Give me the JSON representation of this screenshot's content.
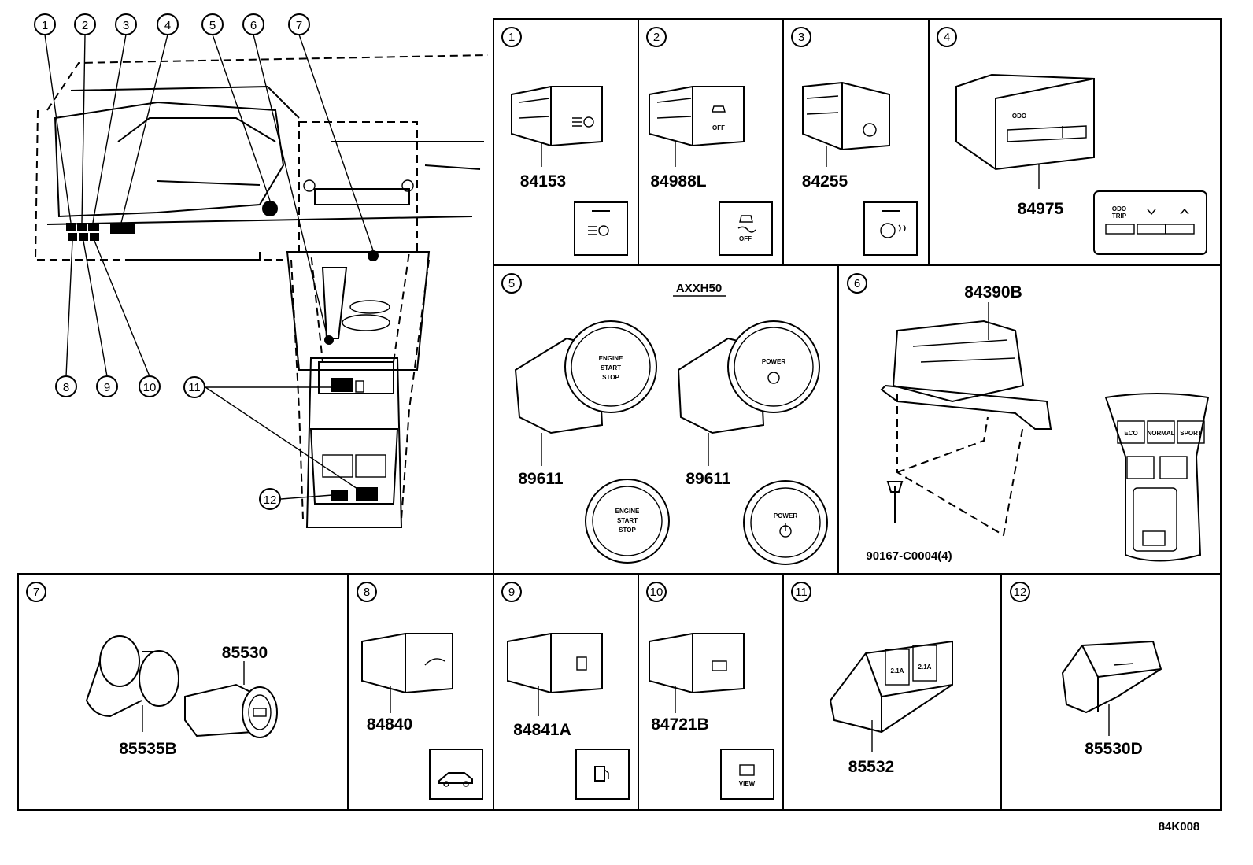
{
  "overview": {
    "callouts": [
      "1",
      "2",
      "3",
      "4",
      "5",
      "6",
      "7",
      "8",
      "9",
      "10",
      "11",
      "12"
    ]
  },
  "panels": [
    {
      "id": "1",
      "parts": [
        "84153"
      ],
      "icon": "headlamp-leveling-icon"
    },
    {
      "id": "2",
      "parts": [
        "84988L"
      ],
      "icon": "traction-off-icon",
      "icon_text": "OFF"
    },
    {
      "id": "3",
      "parts": [
        "84255"
      ],
      "icon": "steering-heater-icon"
    },
    {
      "id": "4",
      "parts": [
        "84975"
      ],
      "icon": "odo-trip-switch-icon",
      "icon_text": "ODO TRIP"
    },
    {
      "id": "5",
      "parts": [
        "89611",
        "89611"
      ],
      "variant": "AXXH50",
      "buttons": [
        {
          "lines": [
            "ENGINE",
            "START",
            "STOP"
          ]
        },
        {
          "lines": [
            "POWER"
          ]
        }
      ]
    },
    {
      "id": "6",
      "parts": [
        "84390B",
        "90167-C0004(4)"
      ],
      "console_labels": [
        "ECO",
        "NORMAL",
        "SPORT"
      ]
    },
    {
      "id": "7",
      "parts": [
        "85530",
        "85535B"
      ]
    },
    {
      "id": "8",
      "parts": [
        "84840"
      ],
      "icon": "trunk-open-icon"
    },
    {
      "id": "9",
      "parts": [
        "84841A"
      ],
      "icon": "fuel-lid-icon"
    },
    {
      "id": "10",
      "parts": [
        "84721B"
      ],
      "icon": "camera-view-icon",
      "icon_text": "VIEW"
    },
    {
      "id": "11",
      "parts": [
        "85532"
      ],
      "socket_text": "2.1A"
    },
    {
      "id": "12",
      "parts": [
        "85530D"
      ]
    }
  ],
  "diagram_code": "84K008"
}
